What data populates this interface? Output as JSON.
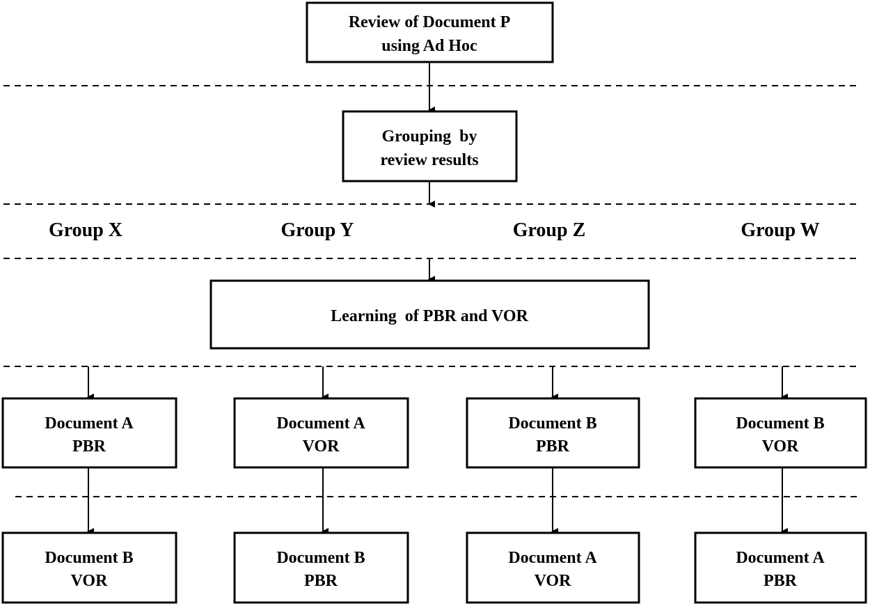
{
  "boxes": {
    "review": [
      "Review of Document P",
      "using Ad Hoc"
    ],
    "grouping": [
      "Grouping  by",
      "review results"
    ],
    "learning": [
      "Learning  of PBR and VOR"
    ],
    "x_first": [
      "Document A",
      "PBR"
    ],
    "y_first": [
      "Document A",
      "VOR"
    ],
    "z_first": [
      "Document B",
      "PBR"
    ],
    "w_first": [
      "Document B",
      "VOR"
    ],
    "x_second": [
      "Document B",
      "VOR"
    ],
    "y_second": [
      "Document B",
      "PBR"
    ],
    "z_second": [
      "Document A",
      "VOR"
    ],
    "w_second": [
      "Document A",
      "PBR"
    ]
  },
  "groups": [
    "Group X",
    "Group Y",
    "Group Z",
    "Group W"
  ]
}
